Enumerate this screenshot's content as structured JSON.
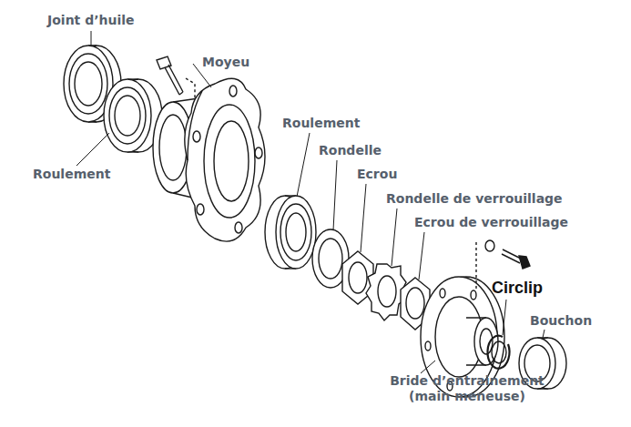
{
  "diagram": {
    "labels": [
      "Joint d’huile",
      "Moyeu",
      "Roulement",
      "Roulement",
      "Rondelle",
      "Ecrou",
      "Rondelle de verrouillage",
      "Ecrou de verrouillage",
      "Circlip",
      "Bouchon",
      "Bride d’entrainement (main meneuse)"
    ]
  }
}
